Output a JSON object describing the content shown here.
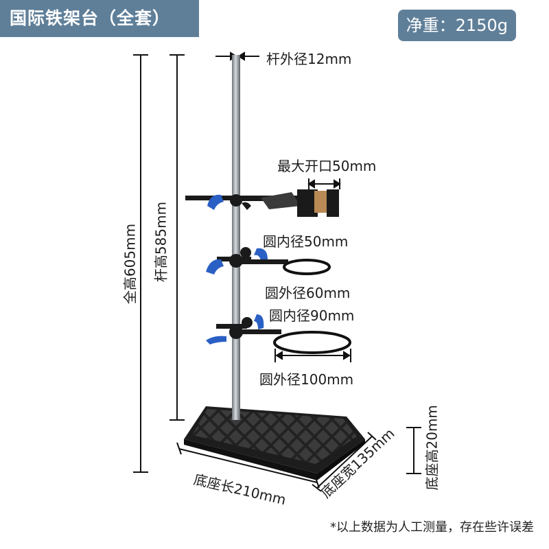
{
  "title": "国际铁架台（全套）",
  "net_weight": "净重：2150g",
  "labels": {
    "rod_diameter": "杆外径12mm",
    "max_opening": "最大开口50mm",
    "ring1_inner": "圆内径50mm",
    "ring1_outer": "圆外径60mm",
    "ring2_inner": "圆内径90mm",
    "ring2_outer": "圆外径100mm",
    "total_height": "全高605mm",
    "rod_height": "杆高585mm",
    "base_length": "底座长210mm",
    "base_width": "底座宽135mm",
    "base_height": "底座高20mm"
  },
  "note": "*以上数据为人工测量，存在些许误差",
  "colors": {
    "badge": "#5f7f99",
    "clamp_blue": "#2a5fc4",
    "metal_dark": "#1a1a1a",
    "rod": "#9aa0a6",
    "cork": "#b98a55"
  }
}
